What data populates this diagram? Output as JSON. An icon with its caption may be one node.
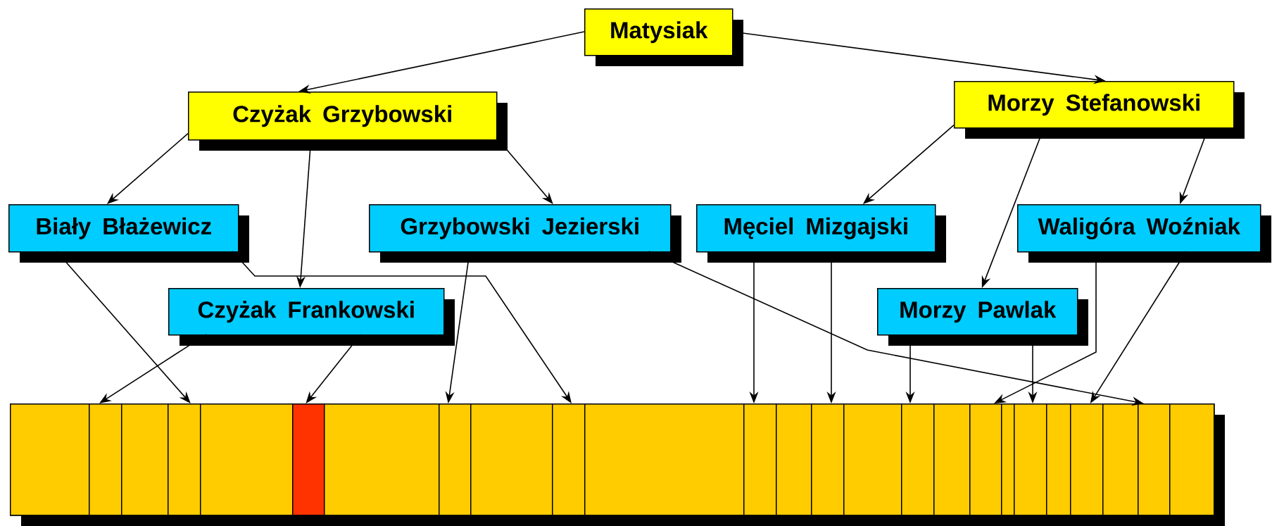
{
  "diagram": {
    "nodes": [
      {
        "text": [
          "Matysiak"
        ]
      },
      {
        "text": [
          "Czyżak",
          "Grzybowski"
        ]
      },
      {
        "text": [
          "Morzy",
          "Stefanowski"
        ]
      },
      {
        "text": [
          "Biały",
          "Błażewicz"
        ]
      },
      {
        "text": [
          "Grzybowski",
          "Jezierski"
        ]
      },
      {
        "text": [
          "Męciel",
          "Mizgajski"
        ]
      },
      {
        "text": [
          "Waligóra",
          "Woźniak"
        ]
      },
      {
        "text": [
          "Czyżak",
          "Frankowski"
        ]
      },
      {
        "text": [
          "Morzy",
          "Pawlak"
        ]
      },
      {
        "text": [],
        "shape": "bar"
      },
      {
        "text": [],
        "shape": "box",
        "in": 9
      },
      {
        "text": [],
        "shape": "box",
        "in": 9
      },
      {
        "text": [],
        "shape": "box",
        "in": 9
      },
      {
        "text": [],
        "shape": "box",
        "in": 9
      },
      {
        "text": [],
        "shape": "box",
        "in": 9
      },
      {
        "text": [],
        "shape": "box",
        "in": 9
      },
      {
        "text": [],
        "shape": "box",
        "in": 9
      },
      {
        "text": [],
        "shape": "box",
        "in": 9
      },
      {
        "text": [],
        "shape": "box",
        "in": 9
      },
      {
        "text": [],
        "shape": "box",
        "in": 9
      },
      {
        "text": [],
        "shape": "box",
        "in": 9
      },
      {
        "text": [],
        "shape": "box",
        "in": 9
      },
      {
        "text": [],
        "shape": "box",
        "in": 9
      },
      {
        "text": [],
        "shape": "box",
        "in": 9
      },
      {
        "text": [],
        "shape": "box",
        "in": 9
      },
      {
        "text": [],
        "shape": "box",
        "in": 9
      },
      {
        "text": [],
        "shape": "box",
        "in": 9
      },
      {
        "text": [],
        "shape": "box",
        "in": 9
      },
      {
        "text": [],
        "shape": "box",
        "in": 9
      },
      {
        "text": [],
        "shape": "box",
        "in": 9
      },
      {
        "text": [],
        "shape": "box",
        "in": 9
      },
      {
        "text": [],
        "shape": "box",
        "in": 9
      },
      {
        "text": [],
        "shape": "box",
        "in": 9
      },
      {
        "text": [],
        "shape": "box",
        "in": 9
      },
      {
        "text": [],
        "shape": "box",
        "in": 9
      }
    ],
    "edges": [
      {
        "from": 0,
        "to": 1,
        "arrow": "to"
      },
      {
        "from": 0,
        "to": 2,
        "arrow": "to"
      },
      {
        "from": 1,
        "to": 3,
        "arrow": "to"
      },
      {
        "from": 1,
        "to": 7,
        "arrow": "to"
      },
      {
        "from": 1,
        "to": 4,
        "arrow": "to"
      },
      {
        "from": 2,
        "to": 5,
        "arrow": "to"
      },
      {
        "from": 2,
        "to": 8,
        "arrow": "to"
      },
      {
        "from": 2,
        "to": 6,
        "arrow": "to"
      },
      {
        "from": 3,
        "to": 13,
        "arrow": "to"
      },
      {
        "from": 3,
        "to": 19,
        "arrow": "to"
      },
      {
        "from": 7,
        "to": 11,
        "arrow": "to"
      },
      {
        "from": 7,
        "to": 15,
        "arrow": "to"
      },
      {
        "from": 4,
        "to": 17,
        "arrow": "to"
      },
      {
        "from": 4,
        "to": 33,
        "arrow": "to"
      },
      {
        "from": 5,
        "to": 21,
        "arrow": "to"
      },
      {
        "from": 5,
        "to": 23,
        "arrow": "to"
      },
      {
        "from": 8,
        "to": 25,
        "arrow": "to"
      },
      {
        "from": 8,
        "to": 29,
        "arrow": "to"
      },
      {
        "from": 6,
        "to": 27,
        "arrow": "to"
      },
      {
        "from": 6,
        "to": 31,
        "arrow": "to"
      }
    ]
  }
}
